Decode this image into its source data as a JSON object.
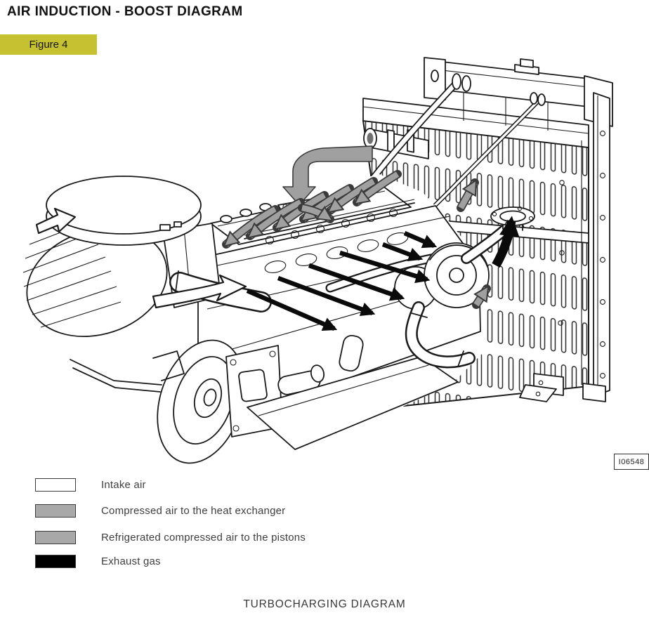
{
  "header": {
    "title": "AIR INDUCTION - BOOST DIAGRAM",
    "figure_label": "Figure 4"
  },
  "figure": {
    "ref_code": "I06548",
    "caption": "TURBOCHARGING DIAGRAM"
  },
  "legend": {
    "items": [
      {
        "label": "Intake air",
        "swatch": "#ffffff"
      },
      {
        "label": "Compressed air to the heat exchanger",
        "swatch": "#a8a8a8"
      },
      {
        "label": "Refrigerated compressed air to the pistons",
        "swatch": "#a8a8a8"
      },
      {
        "label": "Exhaust gas",
        "swatch": "#000000"
      }
    ]
  },
  "colors": {
    "figure_badge_bg": "#c5c130",
    "line_art": "#1a1a1a",
    "flow_gray": "#a0a0a0",
    "flow_black": "#000000",
    "flow_white": "#ffffff"
  },
  "diagram": {
    "parts": [
      "air-cleaner",
      "intake-duct",
      "engine-block",
      "valve-cover",
      "turbocharger",
      "charge-air-pipe",
      "radiator-heat-exchanger",
      "exhaust-outlet-flange"
    ]
  }
}
